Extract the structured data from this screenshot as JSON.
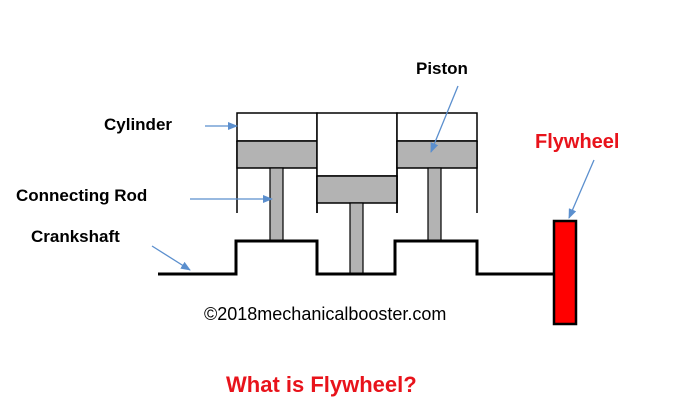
{
  "labels": {
    "piston": "Piston",
    "cylinder": "Cylinder",
    "connecting_rod": "Connecting Rod",
    "crankshaft": "Crankshaft",
    "flywheel": "Flywheel"
  },
  "copyright": "©2018mechanicalbooster.com",
  "title": "What is Flywheel?",
  "colors": {
    "accent_red": "#e8131b",
    "flywheel_fill": "#ff0000",
    "piston_gray": "#b3b3b3",
    "arrow_blue": "#5b8fce",
    "line": "#000000"
  }
}
